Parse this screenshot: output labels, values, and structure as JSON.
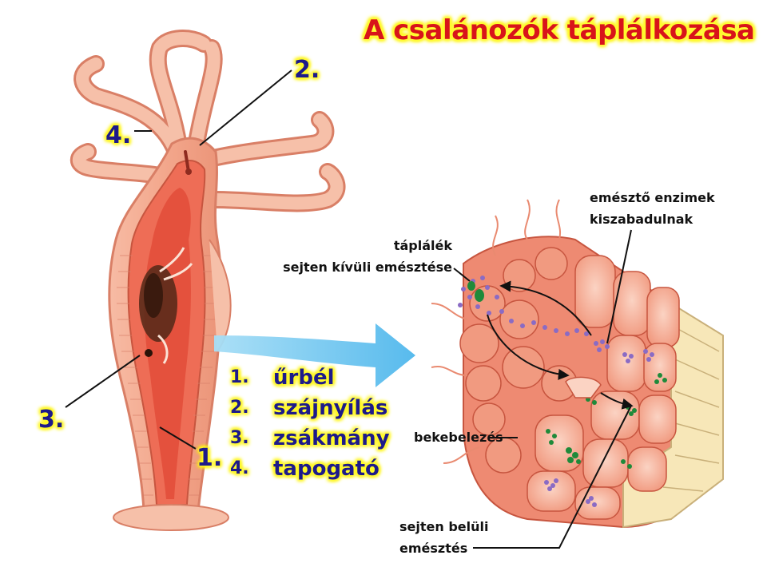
{
  "title": "A csalánozók táplálkozása",
  "markers": {
    "m1": "1.",
    "m2": "2.",
    "m3": "3.",
    "m4": "4."
  },
  "legend": [
    {
      "num": "1.",
      "text": "űrbél"
    },
    {
      "num": "2.",
      "text": "szájnyílás"
    },
    {
      "num": "3.",
      "text": "zsákmány"
    },
    {
      "num": "4.",
      "text": "tapogató"
    }
  ],
  "annotations": {
    "enzymes": [
      "emésztő enzimek",
      "kiszabadulnak"
    ],
    "extracellular": [
      "táplálék",
      "sejten kívüli emésztése"
    ],
    "phagocytosis": "bekebelezés",
    "intracellular": [
      "sejten belüli",
      "emésztés"
    ]
  },
  "colors": {
    "title_red": "#d8141a",
    "label_blue": "#1d1a8a",
    "highlight_yellow": "#fff200",
    "body_pink": "#f3a78c",
    "gut_red": "#ee6d56",
    "arrow_blue": "#6ec6ee",
    "food_purple": "#8a6bc4",
    "digest_green": "#1f8a3a"
  }
}
